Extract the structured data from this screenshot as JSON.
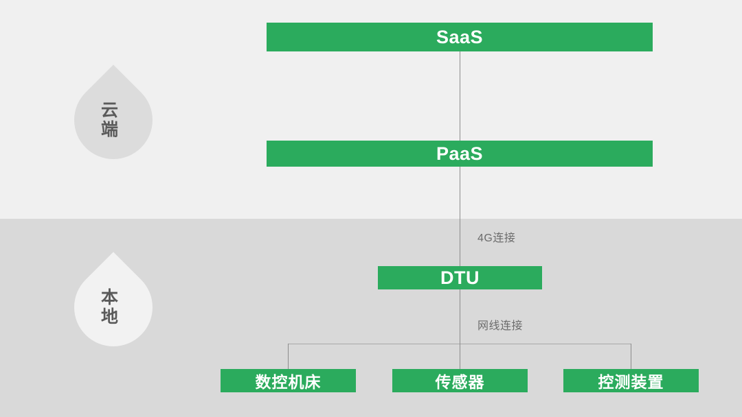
{
  "diagram": {
    "title_cloud_badge": "云\n端",
    "title_local_badge": "本\n地",
    "bands": {
      "cloud_label": "云端",
      "local_label": "本地",
      "cloud_bg": "#f0f0f0",
      "local_bg": "#d9d9d9"
    },
    "accent_green": "#2BAB5D",
    "line_color": "#8c8c8c",
    "note_color": "#6b6b6b",
    "nodes": {
      "saas": "SaaS",
      "paas": "PaaS",
      "dtu": "DTU",
      "device_1": "数控机床",
      "device_2": "传感器",
      "device_3": "控测装置"
    },
    "connections": {
      "cloud_to_dtu": "4G连接",
      "dtu_to_devices": "网线连接"
    }
  }
}
